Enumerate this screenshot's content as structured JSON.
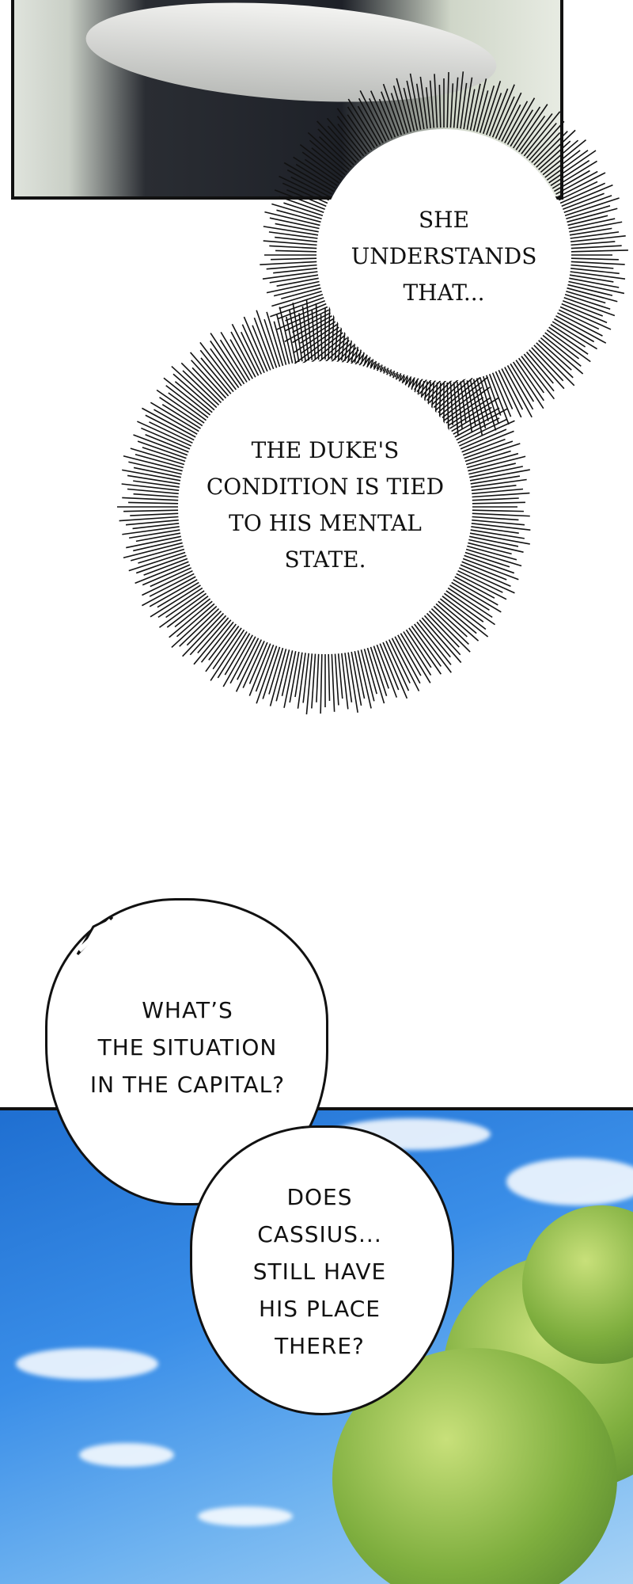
{
  "bubbles": [
    {
      "id": "thought-1",
      "lines": [
        "SHE",
        "UNDERSTANDS",
        "THAT..."
      ]
    },
    {
      "id": "thought-2",
      "lines": [
        "THE DUKE'S",
        "CONDITION IS TIED",
        "TO HIS MENTAL",
        "STATE."
      ]
    },
    {
      "id": "speech-1",
      "lines": [
        "WHAT’S",
        "THE SITUATION",
        "IN THE CAPITAL?"
      ]
    },
    {
      "id": "speech-2",
      "lines": [
        "DOES",
        "CASSIUS...",
        "STILL HAVE",
        "HIS PLACE",
        "THERE?"
      ]
    }
  ]
}
